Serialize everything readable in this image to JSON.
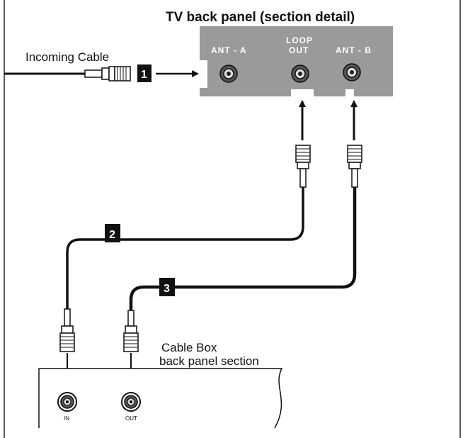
{
  "tv_panel": {
    "title": "TV back panel (section detail)",
    "ports": {
      "ant_a": "ANT - A",
      "loop_out_line1": "LOOP",
      "loop_out_line2": "OUT",
      "ant_b": "ANT - B"
    },
    "color": "#9a9a9a"
  },
  "incoming_cable": {
    "label": "Incoming Cable"
  },
  "cable_box": {
    "label_line1": "Cable Box",
    "label_line2": "back panel section",
    "ports": {
      "in": "IN",
      "out": "OUT"
    }
  },
  "steps": [
    "1",
    "2",
    "3"
  ]
}
